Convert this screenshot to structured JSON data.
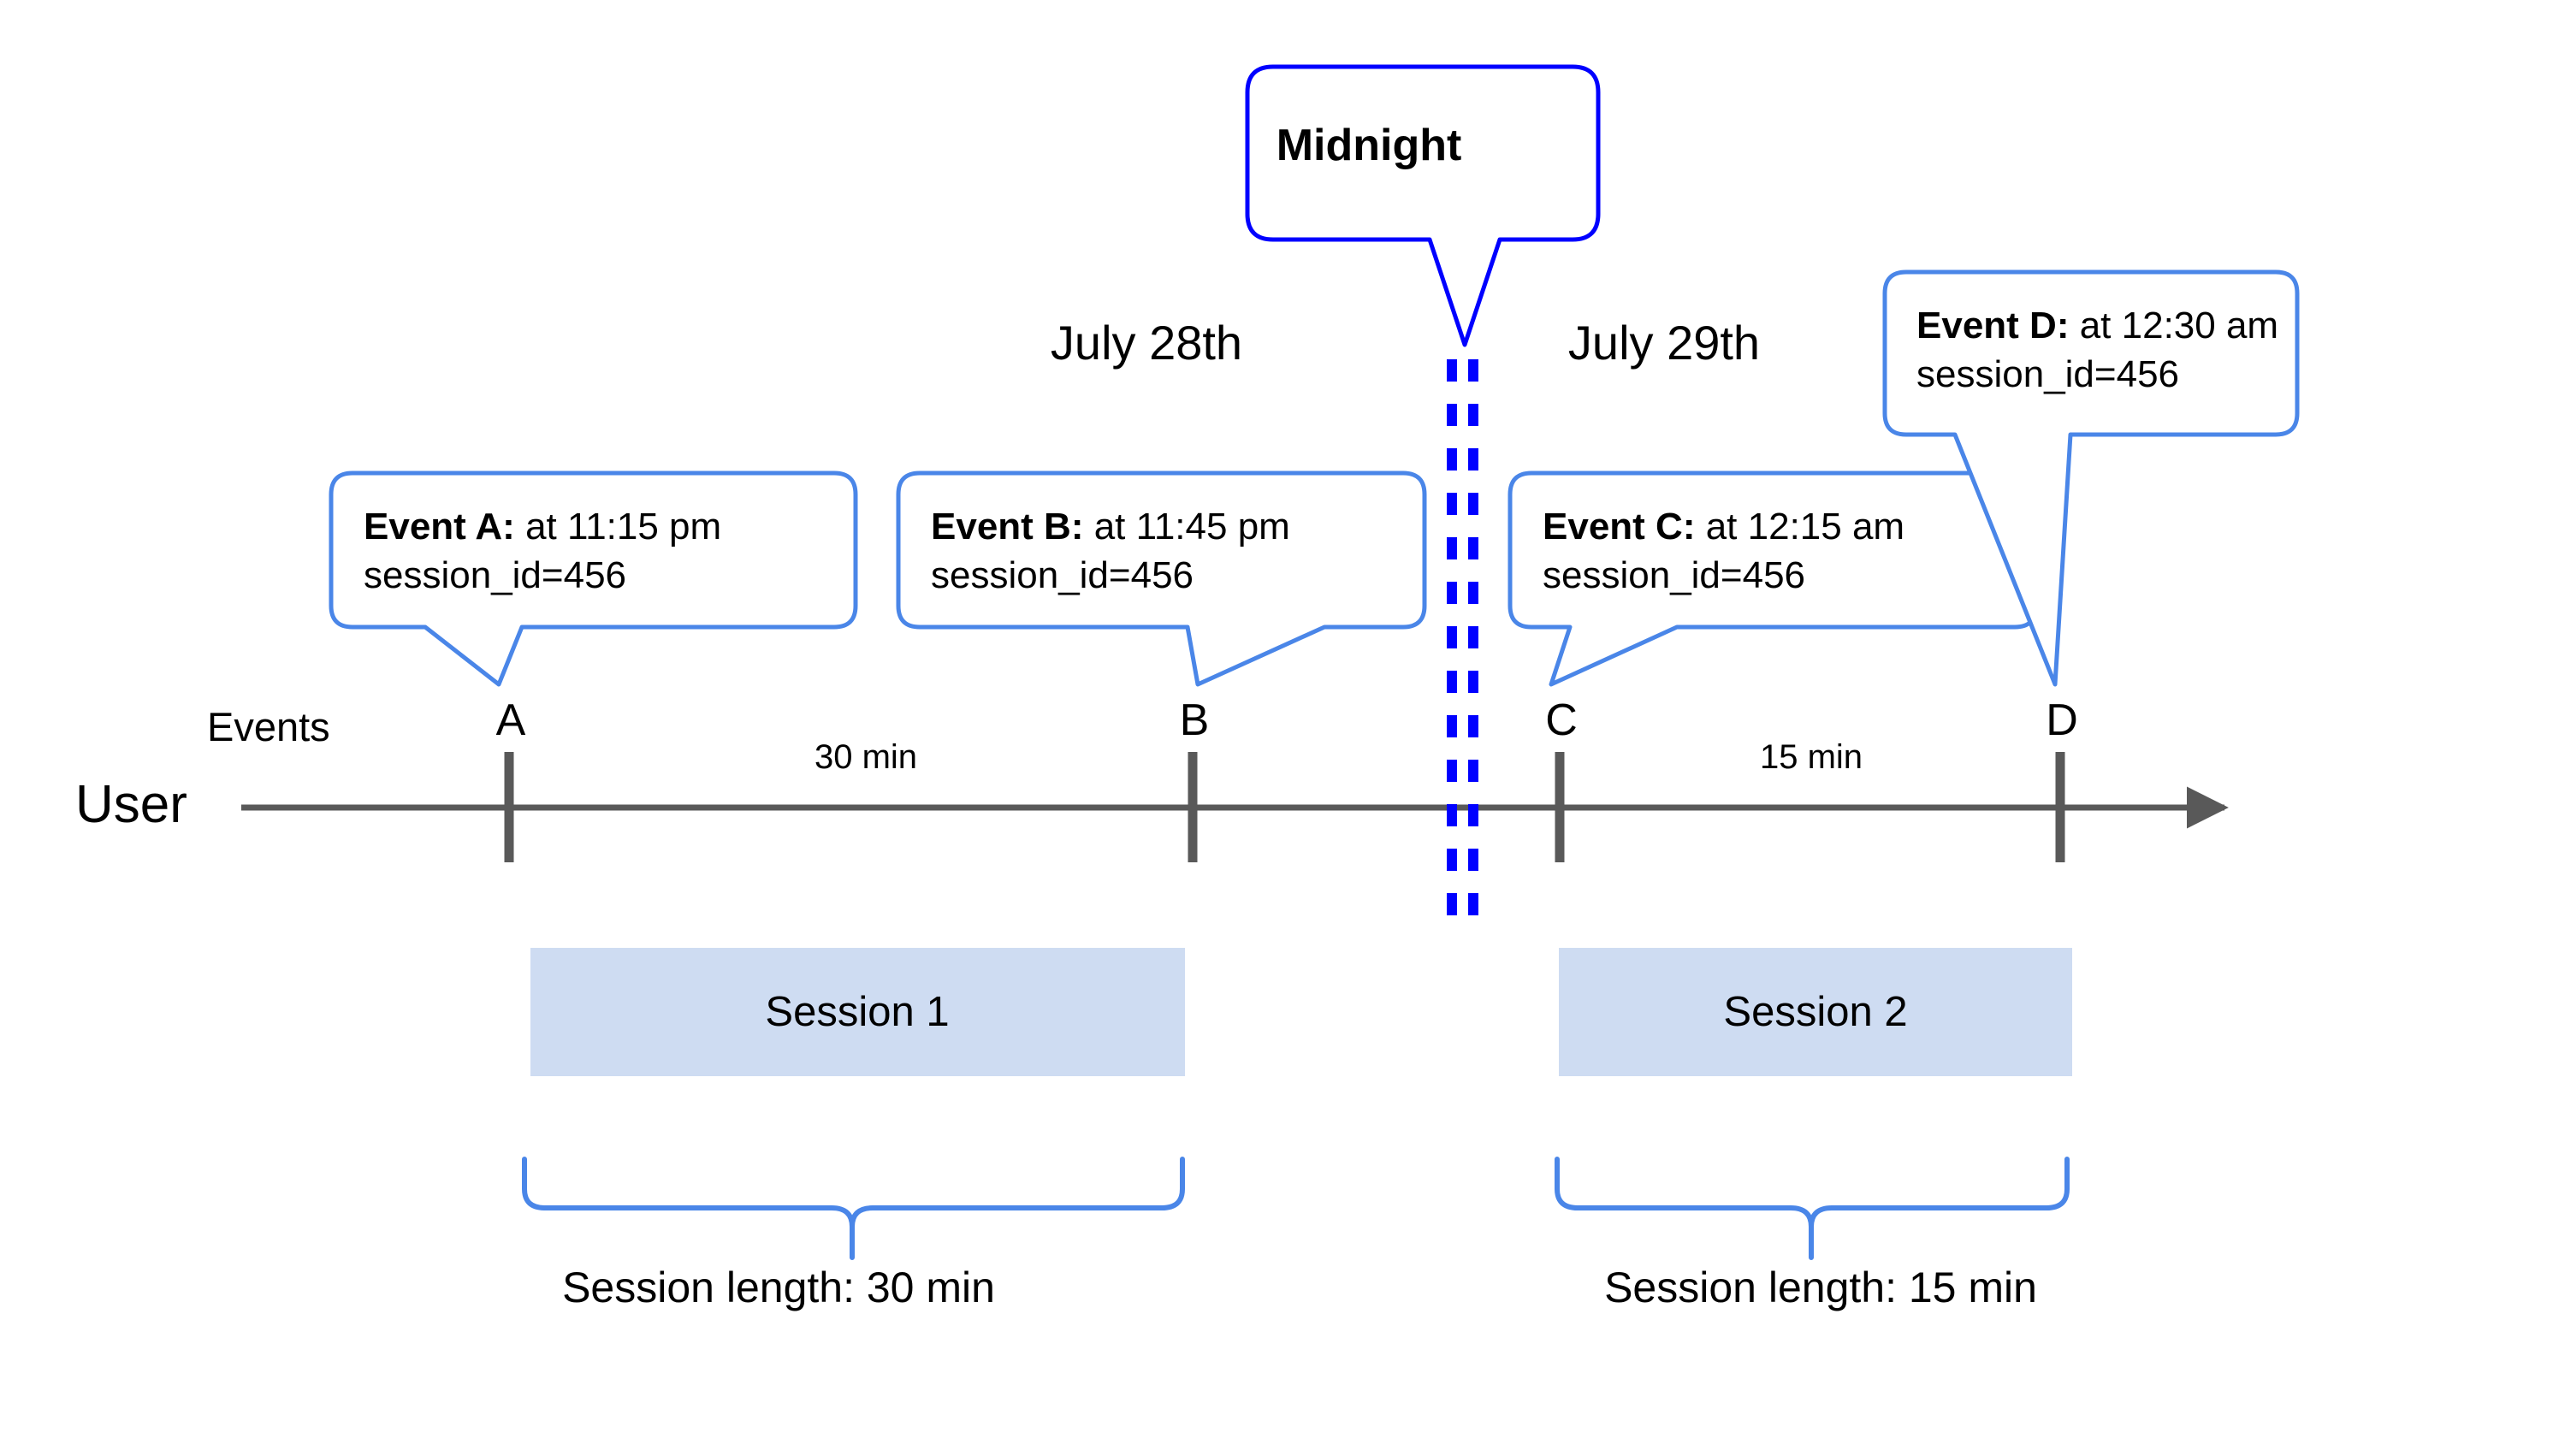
{
  "diagram": {
    "title": "User session timeline across midnight",
    "axis_label": "User",
    "row_label": "Events",
    "colors": {
      "callout_border": "#4A86E8",
      "midnight_border": "#0000FF",
      "midnight_dash": "#0000FF",
      "axis": "#595959",
      "session_fill": "#CEDCF2",
      "brace": "#4A86E8",
      "text": "#000000"
    }
  },
  "midnight": {
    "label": "Midnight"
  },
  "dates": [
    {
      "label": "July 28th"
    },
    {
      "label": "July 29th"
    }
  ],
  "events": [
    {
      "marker": "A",
      "title": "Event A:",
      "time": " at 11:15 pm",
      "session_id": "session_id=456"
    },
    {
      "marker": "B",
      "title": "Event B:",
      "time": " at 11:45 pm",
      "session_id": "session_id=456"
    },
    {
      "marker": "C",
      "title": "Event C:",
      "time": " at 12:15 am",
      "session_id": "session_id=456"
    },
    {
      "marker": "D",
      "title": "Event D:",
      "time": " at 12:30 am",
      "session_id": "session_id=456"
    }
  ],
  "gaps": [
    {
      "label": "30 min"
    },
    {
      "label": "15 min"
    }
  ],
  "sessions": [
    {
      "label": "Session 1",
      "length_label": "Session length: 30 min"
    },
    {
      "label": "Session 2",
      "length_label": "Session length: 15 min"
    }
  ]
}
